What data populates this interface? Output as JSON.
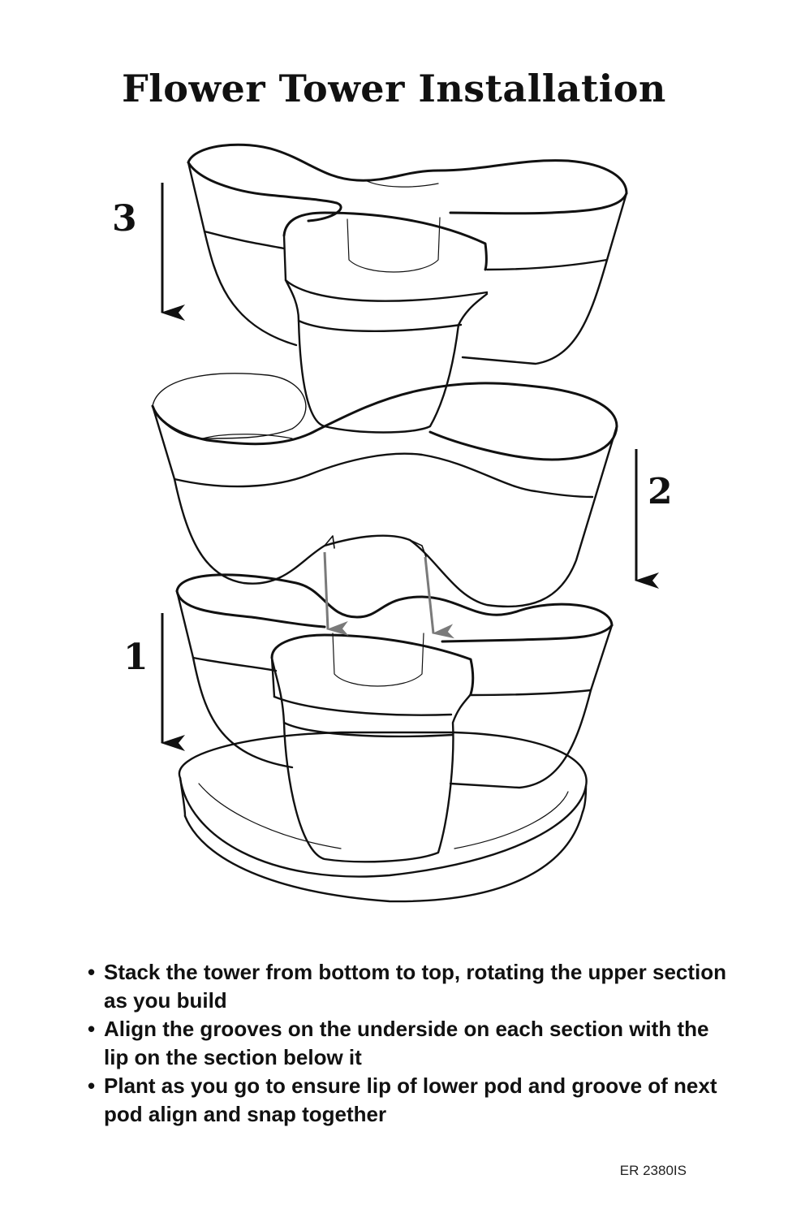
{
  "title": "Flower Tower Installation",
  "steps": [
    {
      "number": "3"
    },
    {
      "number": "2"
    },
    {
      "number": "1"
    }
  ],
  "instructions": [
    "Stack the tower from bottom to top, rotating the upper section as you build",
    "Align the grooves on the underside on each section with the lip on the section below it",
    "Plant as you go to ensure lip of lower pod and groove of next pod align and snap together"
  ],
  "bullet": "•",
  "code": "ER 2380IS",
  "colors": {
    "line": "#111111",
    "guide_arrow": "#7a7a7a"
  }
}
